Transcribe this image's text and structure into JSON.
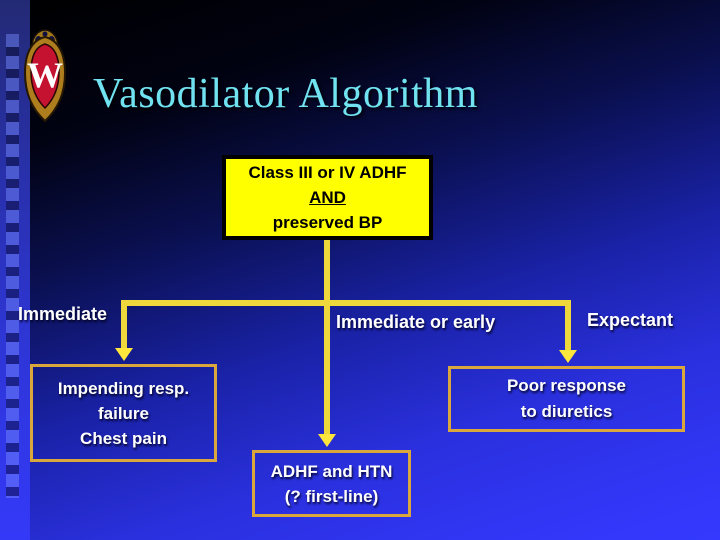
{
  "slide_title": "Vasodilator Algorithm",
  "logo": {
    "name": "uw-madison-crest",
    "monogram": "W"
  },
  "flowchart": {
    "root_box": {
      "line1": "Class III or IV ADHF",
      "line2": "AND",
      "line3": "preserved BP"
    },
    "branches": {
      "left_label": "Immediate",
      "center_label": "Immediate or early",
      "right_label": "Expectant"
    },
    "impending_box": {
      "line1": "Impending resp.",
      "line2": "failure",
      "line3": "Chest pain"
    },
    "poor_response_box": {
      "line1": "Poor response",
      "line2": "to diuretics"
    },
    "adhf_htn_box": {
      "line1": "ADHF and HTN",
      "line2": "(? first-line)"
    }
  },
  "colors": {
    "title_text": "#70E2F0",
    "root_box_fill": "#FFFF00",
    "root_box_border": "#000000",
    "outline_box_border": "#D9A73C",
    "connector_yellow": "#EFD83C",
    "arrow_yellow": "#FFE63C",
    "body_text": "#FFFFFF",
    "background_top": "#000000",
    "background_bottom": "#3136F5",
    "strip_blue": "#2A34C4",
    "crest_red": "#C41230",
    "crest_gold": "#AD7D1E"
  }
}
